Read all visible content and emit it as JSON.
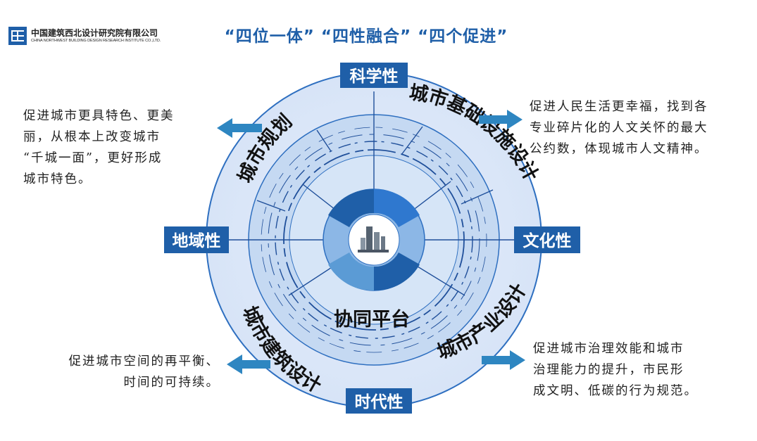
{
  "header": {
    "org_name_cn": "中国建筑西北设计研究院有限公司",
    "org_name_en": "CHINA NORTHWEST BUILDING DESIGN RESEARCH INSTITUTE CO.,LTD.",
    "headline": "“四位一体” “四性融合” “四个促进”"
  },
  "diagram": {
    "center_label": "协同平台",
    "properties": {
      "top": "科学性",
      "left": "地域性",
      "right": "文化性",
      "bottom": "时代性"
    },
    "designs": {
      "upper_left": "城市规划",
      "upper_right": "城市基础设施设计",
      "lower_left": "城市建筑设计",
      "lower_right": "城市产业设计"
    }
  },
  "descriptions": {
    "top_left": [
      "促进城市更具特色、更美",
      "丽，从根本上改变城市",
      "“千城一面”，更好形成",
      "城市特色。"
    ],
    "top_right": [
      "促进人民生活更幸福，找到各",
      "专业碎片化的人文关怀的最大",
      "公约数，体现城市人文精神。"
    ],
    "bottom_left": [
      "促进城市空间的再平衡、",
      "时间的可持续。"
    ],
    "bottom_right": [
      "促进城市治理效能和城市",
      "治理能力的提升，市民形",
      "成文明、低碳的行为规范。"
    ]
  },
  "colors": {
    "brand_blue": "#1f5fa8",
    "ring_outer": "#dfe9f8",
    "ring_mid": "#c9dcf3",
    "ring_inner": "#a6c4ea",
    "center_ring": "#5b9bd5",
    "arrow": "#2e86c1",
    "label_bg": "#1f5fa8"
  }
}
